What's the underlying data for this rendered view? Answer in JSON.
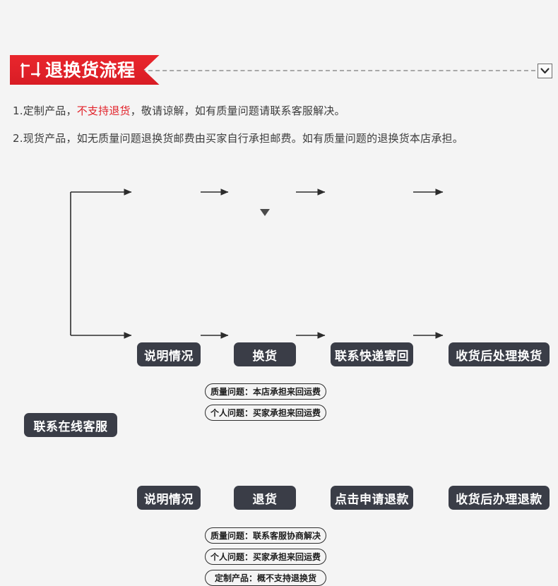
{
  "section": {
    "title": "退换货流程",
    "icon": "exchange-arrows-icon",
    "toggle_icon": "chevron-down-icon",
    "accent_color": "#e2222a",
    "node_color": "#3a3d47",
    "background_color": "#f4f4f4"
  },
  "policy": {
    "line1_prefix": "1.定制产品，",
    "line1_emphasis": "不支持退货",
    "line1_suffix": "，敬请谅解，如有质量问题请联系客服解决。",
    "line2": "2.现货产品，如无质量问题退换货邮费由买家自行承担邮费。如有质量问题的退换货本店承担。"
  },
  "flow": {
    "root": "联系在线客服",
    "exchange_branch": {
      "steps": [
        "说明情况",
        "换货",
        "联系快递寄回",
        "收货后处理换货"
      ],
      "notes": [
        "质量问题：本店承担来回运费",
        "个人问题：买家承担来回运费"
      ]
    },
    "return_branch": {
      "steps": [
        "说明情况",
        "退货",
        "点击申请退款",
        "收货后办理退款"
      ],
      "notes": [
        "质量问题：联系客服协商解决",
        "个人问题：买家承担来回运费",
        "定制产品：概不支持退换货"
      ]
    }
  }
}
